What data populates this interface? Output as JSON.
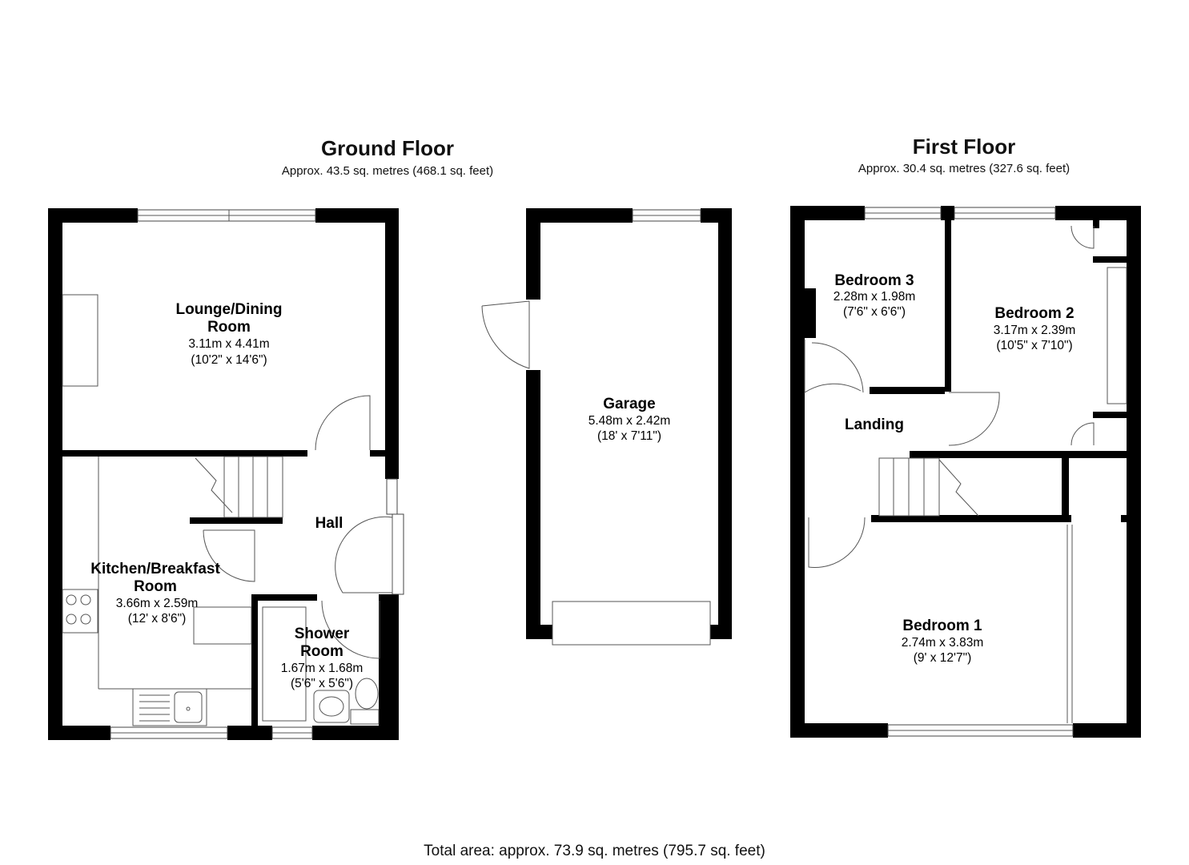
{
  "ground_floor": {
    "title": "Ground Floor",
    "area": "Approx. 43.5 sq. metres (468.1 sq. feet)",
    "rooms": {
      "lounge": {
        "name1": "Lounge/Dining",
        "name2": "Room",
        "dim_m": "3.11m x 4.41m",
        "dim_ft": "(10'2\" x 14'6\")"
      },
      "hall": {
        "name": "Hall"
      },
      "kitchen": {
        "name1": "Kitchen/Breakfast",
        "name2": "Room",
        "dim_m": "3.66m x 2.59m",
        "dim_ft": "(12' x 8'6\")"
      },
      "shower": {
        "name1": "Shower",
        "name2": "Room",
        "dim_m": "1.67m x 1.68m",
        "dim_ft": "(5'6\" x 5'6\")"
      }
    }
  },
  "garage": {
    "name": "Garage",
    "dim_m": "5.48m x 2.42m",
    "dim_ft": "(18' x 7'11\")"
  },
  "first_floor": {
    "title": "First Floor",
    "area": "Approx. 30.4 sq. metres (327.6 sq. feet)",
    "rooms": {
      "bedroom3": {
        "name": "Bedroom 3",
        "dim_m": "2.28m x 1.98m",
        "dim_ft": "(7'6\" x 6'6\")"
      },
      "bedroom2": {
        "name": "Bedroom 2",
        "dim_m": "3.17m x 2.39m",
        "dim_ft": "(10'5\" x 7'10\")"
      },
      "landing": {
        "name": "Landing"
      },
      "bedroom1": {
        "name": "Bedroom 1",
        "dim_m": "2.74m x 3.83m",
        "dim_ft": "(9' x 12'7\")"
      }
    }
  },
  "total_area": "Total area: approx. 73.9 sq. metres (795.7 sq. feet)"
}
